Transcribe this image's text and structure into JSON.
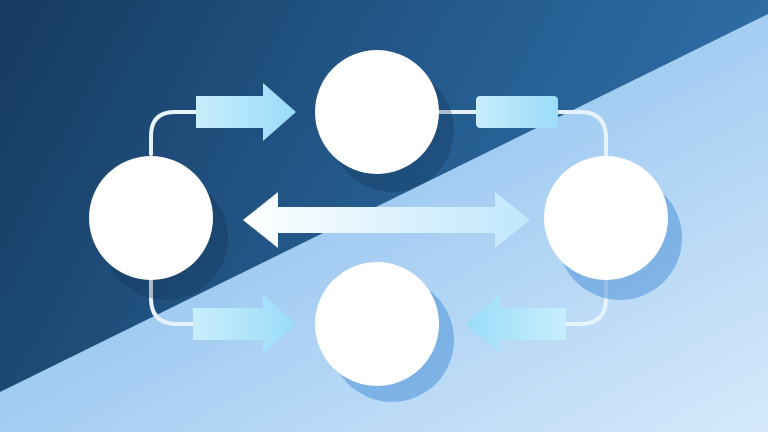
{
  "colors": {
    "dark_top_left": "#163a5f",
    "dark_mid": "#245a8c",
    "dark_right": "#2f6fa8",
    "light_left": "#7fb6e6",
    "light_mid": "#a4cdf2",
    "light_bottom_right": "#d6e9fb",
    "node_fill": "#ffffff",
    "arrow_fill": "#a9e3fb",
    "connector_stroke": "#e7f3fc"
  },
  "diagram": {
    "type": "cycle-flow",
    "nodes": [
      {
        "id": "node-top",
        "label": ""
      },
      {
        "id": "node-left",
        "label": ""
      },
      {
        "id": "node-right",
        "label": ""
      },
      {
        "id": "node-bottom",
        "label": ""
      }
    ],
    "edges": [
      {
        "from": "node-left",
        "to": "node-top",
        "style": "block-arrow"
      },
      {
        "from": "node-top",
        "to": "node-right",
        "style": "connector-bar"
      },
      {
        "from": "node-left",
        "to": "node-right",
        "style": "double-arrow"
      },
      {
        "from": "node-left",
        "to": "node-bottom",
        "style": "block-arrow"
      },
      {
        "from": "node-right",
        "to": "node-bottom",
        "style": "block-arrow"
      }
    ]
  }
}
